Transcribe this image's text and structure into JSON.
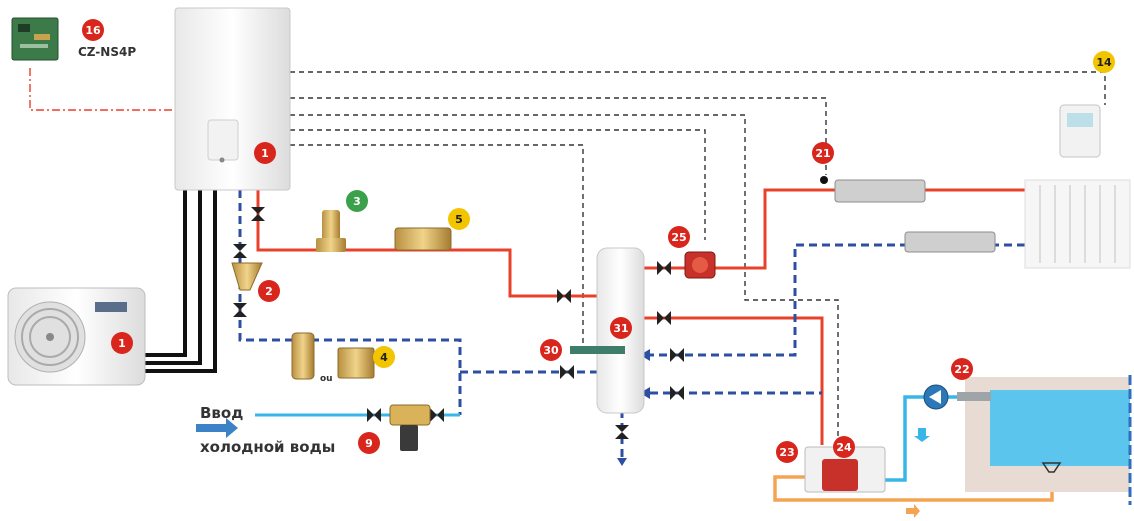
{
  "controller_label": "CZ-NS4P",
  "water_inlet": {
    "line1": "Ввод",
    "line2": "холодной воды"
  },
  "or_label": "ou",
  "badges": [
    {
      "n": "16",
      "color": "#d9261c"
    },
    {
      "n": "1",
      "color": "#d9261c"
    },
    {
      "n": "1",
      "color": "#d9261c"
    },
    {
      "n": "3",
      "color": "#3aa04a"
    },
    {
      "n": "5",
      "color": "#f2c500"
    },
    {
      "n": "2",
      "color": "#d9261c"
    },
    {
      "n": "4",
      "color": "#f2c500"
    },
    {
      "n": "9",
      "color": "#d9261c"
    },
    {
      "n": "14",
      "color": "#f2c500"
    },
    {
      "n": "21",
      "color": "#d9261c"
    },
    {
      "n": "25",
      "color": "#d9261c"
    },
    {
      "n": "30",
      "color": "#d9261c"
    },
    {
      "n": "31",
      "color": "#d9261c"
    },
    {
      "n": "22",
      "color": "#d9261c"
    },
    {
      "n": "23",
      "color": "#d9261c"
    },
    {
      "n": "24",
      "color": "#d9261c"
    }
  ],
  "colors": {
    "hot_pipe": "#e8412b",
    "return_pipe": "#2d4fa3",
    "cold_water": "#38b6e8",
    "pool_loop": "#f5a352",
    "signal": "#333333",
    "pool_water": "#5cc5ee"
  }
}
